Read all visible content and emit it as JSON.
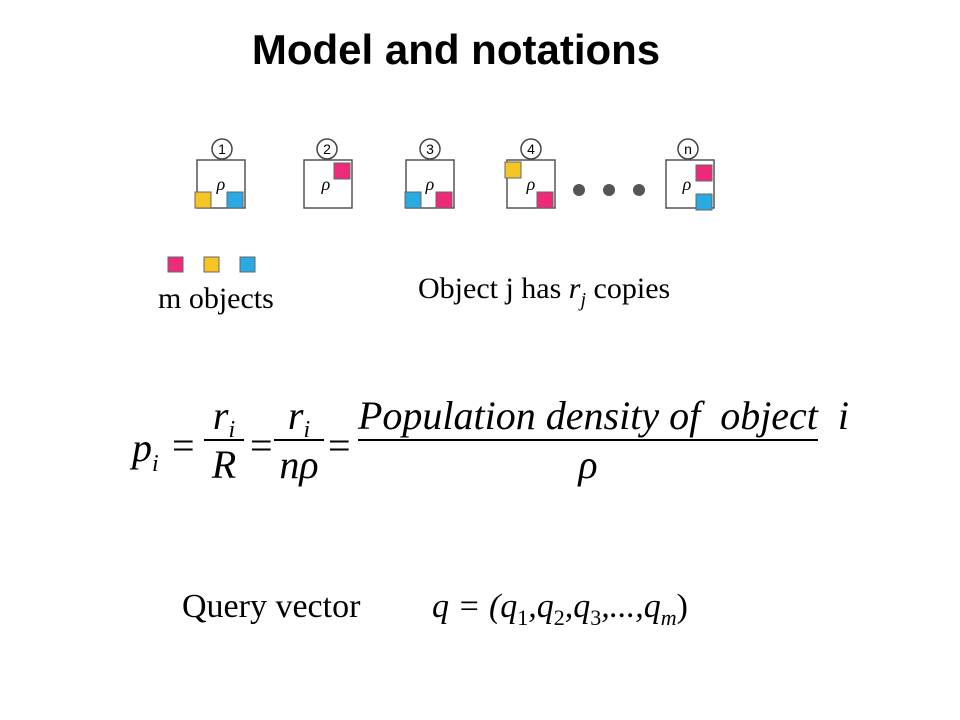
{
  "slide": {
    "title": "Model and notations"
  },
  "diagram": {
    "nodes": [
      {
        "label": "1",
        "rho": "ρ",
        "squares": [
          "yellow-bottom-left",
          "blue-bottom-right"
        ]
      },
      {
        "label": "2",
        "rho": "ρ",
        "squares": [
          "pink-top-right"
        ]
      },
      {
        "label": "3",
        "rho": "ρ",
        "squares": [
          "blue-bottom-left",
          "pink-bottom-right"
        ]
      },
      {
        "label": "4",
        "rho": "ρ",
        "squares": [
          "yellow-top-left",
          "pink-bottom-right"
        ]
      },
      {
        "label": "n",
        "rho": "ρ",
        "squares": [
          "pink-top-right",
          "blue-bottom-right"
        ]
      }
    ],
    "colors": {
      "pink": "#ee2a7b",
      "yellow": "#f7c523",
      "blue": "#29aae2",
      "dot": "#555555"
    }
  },
  "legend": {
    "objects_label": "m objects",
    "copies_text_pre": "Object j has",
    "copies_var": "r",
    "copies_sub": "j",
    "copies_text_post": "copies"
  },
  "formula": {
    "lhs": "p",
    "lhs_sub": "i",
    "eq": "=",
    "frac1_num": "r",
    "frac1_num_sub": "i",
    "frac1_den": "R",
    "frac2_num": "r",
    "frac2_num_sub": "i",
    "frac2_den": "nρ",
    "frac3_num": "Population density of  object  i",
    "frac3_den": "ρ"
  },
  "query": {
    "label": "Query vector",
    "expr_pre": "q = (q",
    "s1": "1",
    "c1": ",q",
    "s2": "2",
    "c2": ",q",
    "s3": "3",
    "c3": ",...,q",
    "sm": "m",
    "close": ")"
  }
}
